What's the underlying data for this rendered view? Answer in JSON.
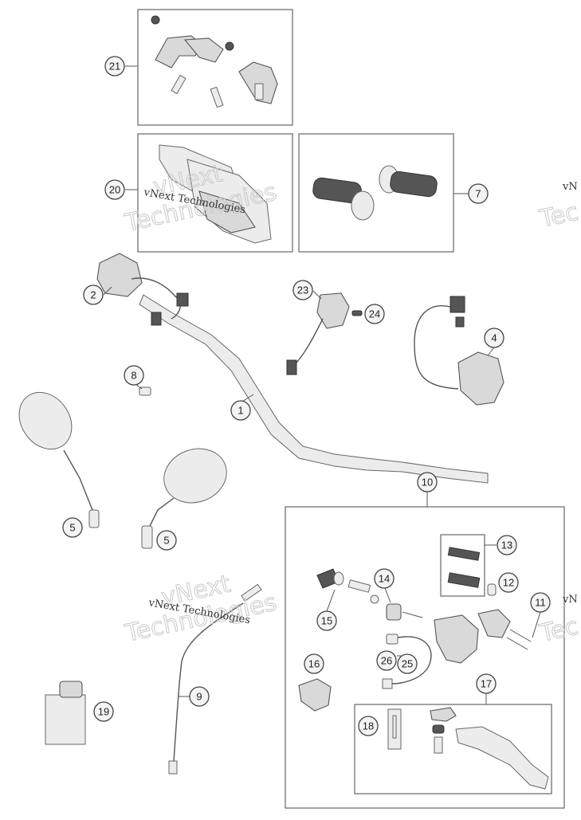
{
  "callouts": [
    "1",
    "2",
    "4",
    "5",
    "5",
    "7",
    "8",
    "9",
    "10",
    "11",
    "12",
    "13",
    "14",
    "15",
    "16",
    "17",
    "18",
    "19",
    "20",
    "21",
    "23",
    "24",
    "25",
    "26"
  ],
  "watermark": {
    "small": "vNext Technologies",
    "large_1": "vNext",
    "large_2": "Technologies",
    "edge_small": "vN",
    "edge_large": "Tec"
  }
}
